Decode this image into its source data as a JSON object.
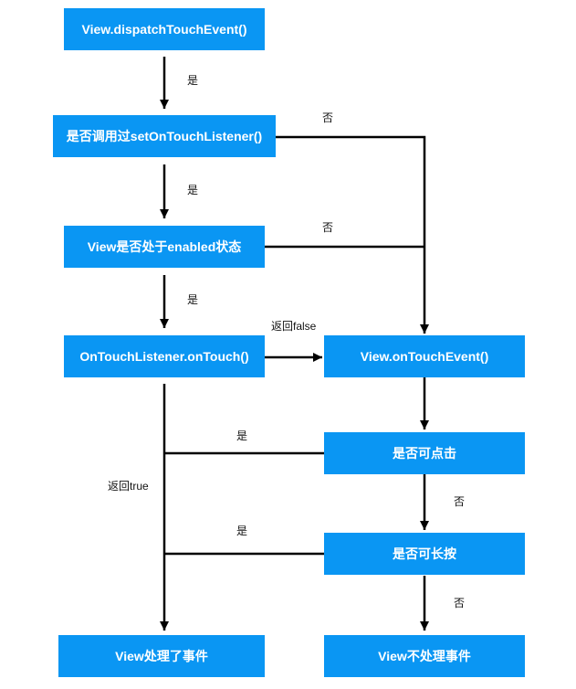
{
  "colors": {
    "node_fill": "#0a96f3",
    "node_text": "#ffffff",
    "line": "#000000",
    "background": "#ffffff"
  },
  "nodes": {
    "dispatch": "View.dispatchTouchEvent()",
    "listener_set": "是否调用过setOnTouchListener()",
    "enabled": "View是否处于enabled状态",
    "on_touch": "OnTouchListener.onTouch()",
    "on_touch_event": "View.onTouchEvent()",
    "clickable": "是否可点击",
    "long_clickable": "是否可长按",
    "handled": "View处理了事件",
    "not_handled": "View不处理事件"
  },
  "edges": {
    "dispatch_to_listener": "是",
    "listener_no": "否",
    "listener_to_enabled": "是",
    "enabled_no": "否",
    "enabled_to_on_touch": "是",
    "on_touch_false": "返回false",
    "on_touch_true": "返回true",
    "clickable_yes": "是",
    "clickable_no": "否",
    "long_clickable_yes": "是",
    "long_clickable_no": "否"
  }
}
